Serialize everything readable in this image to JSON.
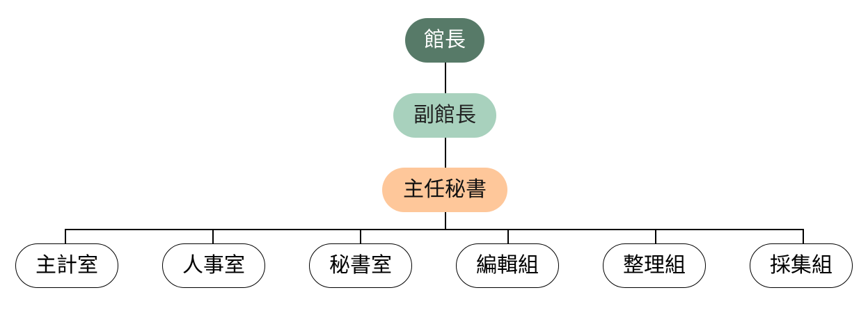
{
  "colors": {
    "director_fill": "#577a68",
    "director_text": "#ffffff",
    "deputy_fill": "#a8d1bd",
    "deputy_text": "#222222",
    "secretary_fill": "#fec79a",
    "secretary_text": "#111111",
    "unit_fill": "#ffffff",
    "unit_border": "#000000",
    "connector": "#000000"
  },
  "chain": [
    {
      "label": "館長"
    },
    {
      "label": "副館長"
    },
    {
      "label": "主任秘書"
    }
  ],
  "units": [
    {
      "label": "主計室"
    },
    {
      "label": "人事室"
    },
    {
      "label": "秘書室"
    },
    {
      "label": "編輯組"
    },
    {
      "label": "整理組"
    },
    {
      "label": "採集組"
    }
  ]
}
